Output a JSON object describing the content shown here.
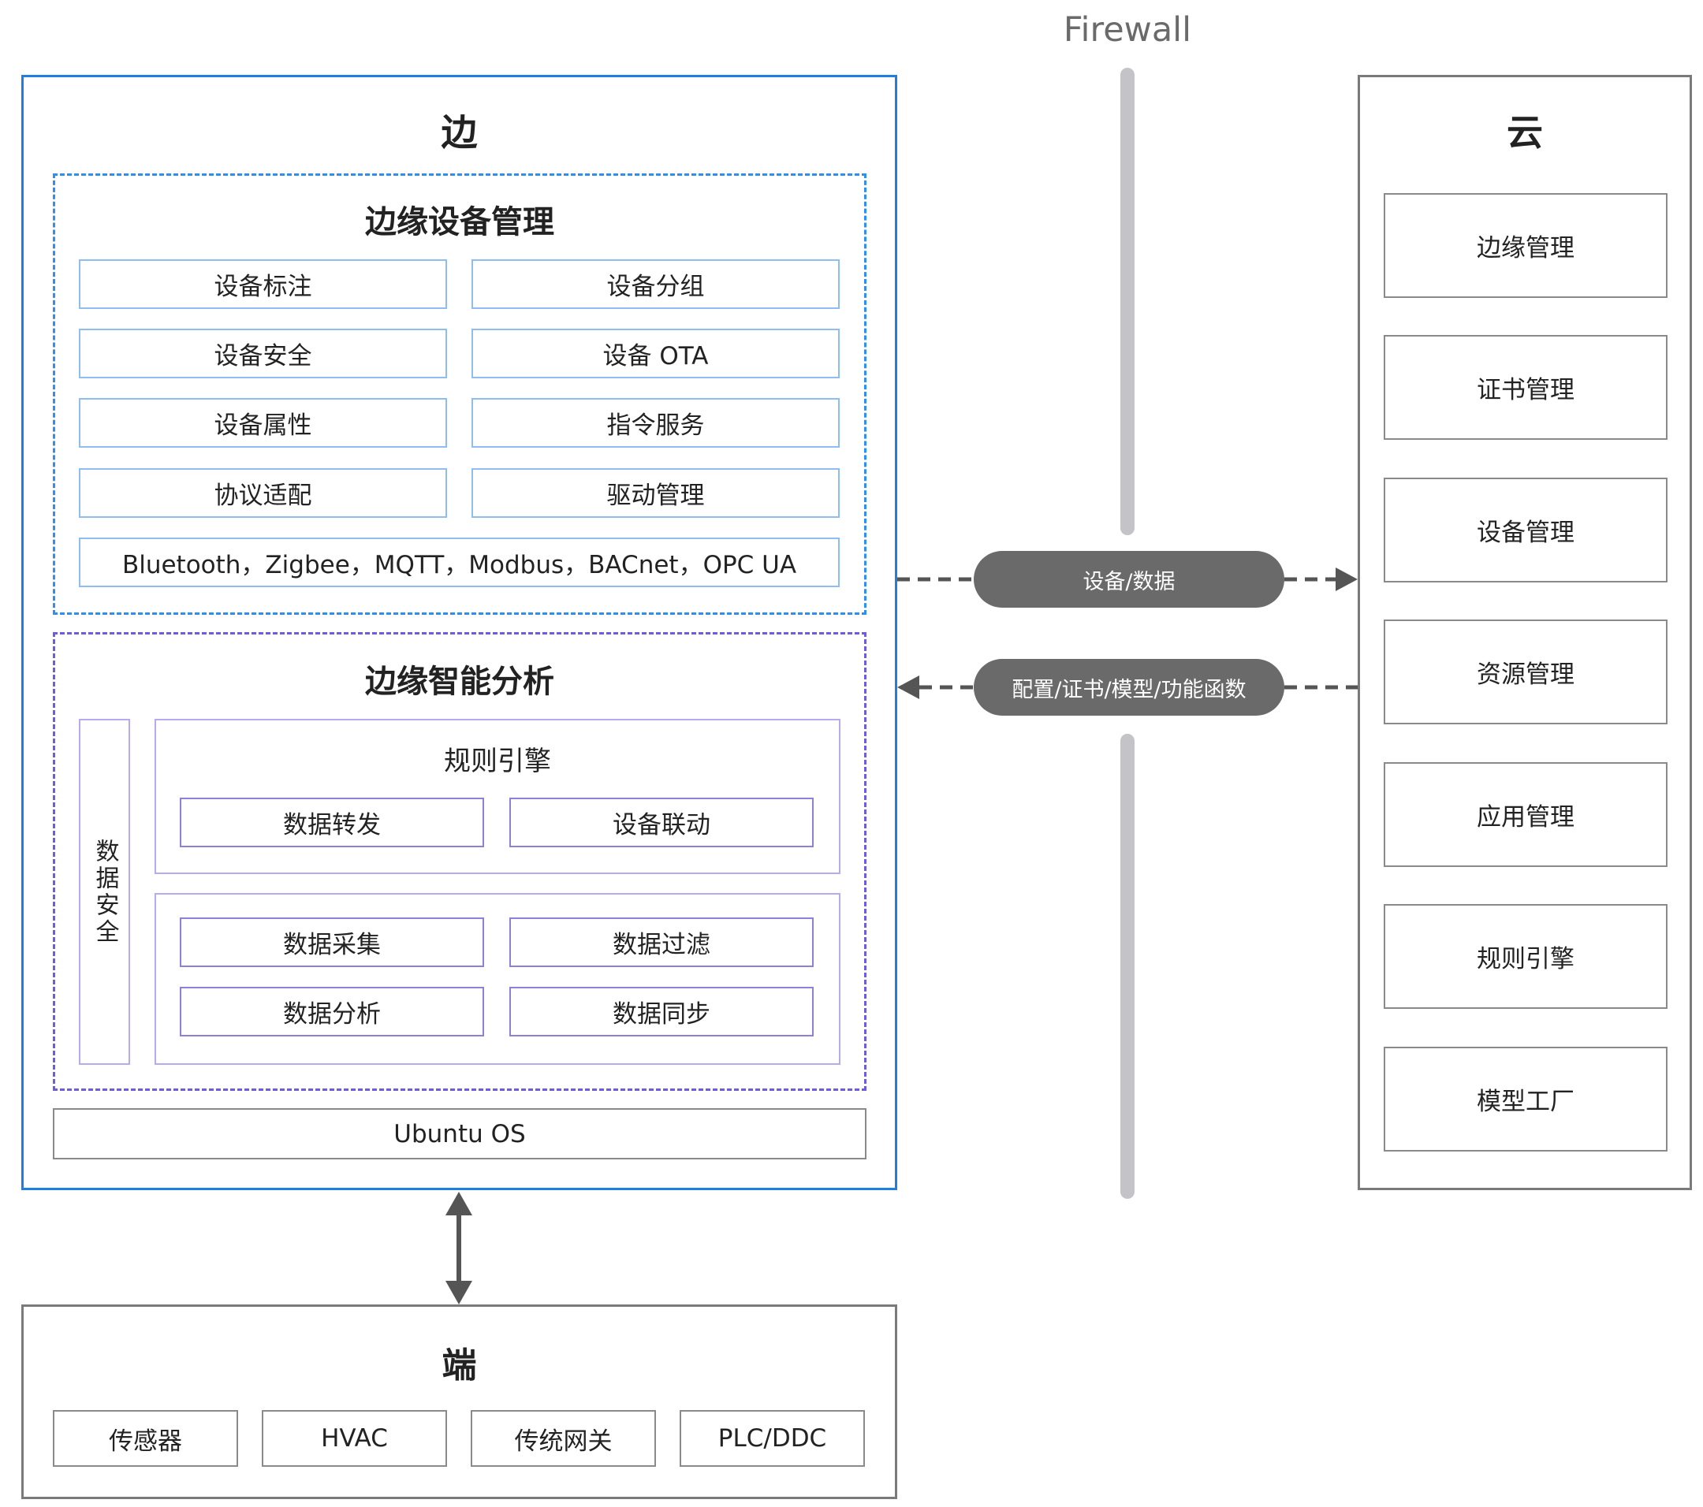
{
  "edge": {
    "title": "边",
    "device_management": {
      "title": "边缘设备管理",
      "items": [
        "设备标注",
        "设备分组",
        "设备安全",
        "设备 OTA",
        "设备属性",
        "指令服务",
        "协议适配",
        "驱动管理"
      ],
      "protocols": "Bluetooth，Zigbee，MQTT，Modbus，BACnet，OPC UA"
    },
    "intelligent_analysis": {
      "title": "边缘智能分析",
      "data_security": "数据安全",
      "rules_engine": {
        "title": "规则引擎",
        "items": [
          "数据转发",
          "设备联动"
        ]
      },
      "data_items": [
        "数据采集",
        "数据过滤",
        "数据分析",
        "数据同步"
      ]
    },
    "os": "Ubuntu OS"
  },
  "cloud": {
    "title": "云",
    "items": [
      "边缘管理",
      "证书管理",
      "设备管理",
      "资源管理",
      "应用管理",
      "规则引擎",
      "模型工厂"
    ]
  },
  "terminal": {
    "title": "端",
    "items": [
      "传感器",
      "HVAC",
      "传统网关",
      "PLC/DDC"
    ]
  },
  "firewall": {
    "label": "Firewall"
  },
  "flows": {
    "edge_to_cloud": "设备/数据",
    "cloud_to_edge": "配置/证书/模型/功能函数"
  },
  "colors": {
    "edge_border": "#1e7fe0",
    "device_mgmt_border": "#2f8ef0",
    "analysis_border": "#6c5ce0",
    "neutral_border": "#7a7a7a",
    "firewall": "#c4c4c8",
    "pill": "#6a6a6a"
  }
}
